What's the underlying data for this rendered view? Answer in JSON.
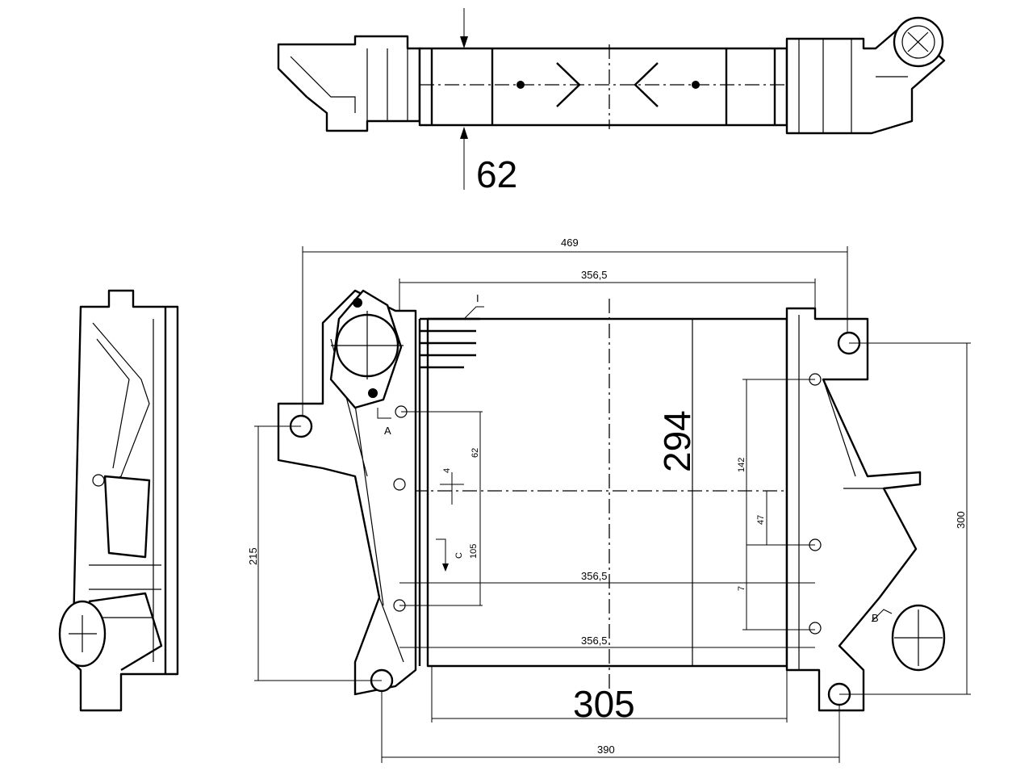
{
  "top_view": {
    "dim_depth": "62"
  },
  "front_view": {
    "dim_overall_width": "469",
    "dim_core_width_top": "356,5",
    "dim_core_width_mid": "356,5",
    "dim_core_width_bottom": "356,5",
    "dim_core_height": "294",
    "dim_core_length": "305",
    "dim_bracket_span": "390",
    "dim_left_bracket_height": "215",
    "dim_right_height": "300",
    "dim_142": "142",
    "dim_62": "62",
    "dim_4": "4",
    "dim_105": "105",
    "dim_47": "47",
    "dim_7": "7",
    "label_detail_i": "I",
    "label_section_a": "A",
    "label_section_b": "B",
    "label_section_c": "C"
  },
  "colors": {
    "line": "#000000",
    "background": "#ffffff"
  }
}
